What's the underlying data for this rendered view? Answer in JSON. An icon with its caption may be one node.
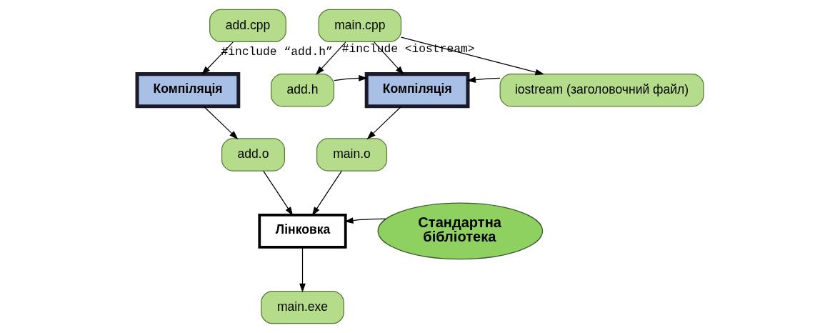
{
  "diagram": {
    "nodes": [
      {
        "text": [
          "add.cpp"
        ]
      },
      {
        "text": [
          "Компіляція"
        ]
      },
      {
        "text": [
          "main.cpp"
        ]
      },
      {
        "text": [
          "add.h"
        ]
      },
      {
        "text": [
          "Компіляція"
        ]
      },
      {
        "text": [
          "iostream (заголовочний файл)"
        ]
      },
      {
        "text": [
          "add.o"
        ]
      },
      {
        "text": [
          "main.o"
        ]
      },
      {
        "text": [
          "Лінковка"
        ]
      },
      {
        "text": [
          "Стандартна бібліотека"
        ]
      },
      {
        "text": [
          "main.exe"
        ]
      }
    ],
    "edges": [
      {
        "from": 0,
        "to": 1,
        "arrow": "to"
      },
      {
        "from": 1,
        "to": 6,
        "arrow": "to"
      },
      {
        "from": 2,
        "to": 3,
        "arrow": "to",
        "label": "#include “add.h”"
      },
      {
        "from": 2,
        "to": 4,
        "arrow": "to"
      },
      {
        "from": 2,
        "to": 5,
        "arrow": "to",
        "label": "#include <iostream>"
      },
      {
        "from": 3,
        "to": 4,
        "arrow": "to"
      },
      {
        "from": 5,
        "to": 4,
        "arrow": "to"
      },
      {
        "from": 4,
        "to": 7,
        "arrow": "to"
      },
      {
        "from": 6,
        "to": 8,
        "arrow": "to"
      },
      {
        "from": 7,
        "to": 8,
        "arrow": "to"
      },
      {
        "from": 9,
        "to": 8,
        "arrow": "to"
      },
      {
        "from": 8,
        "to": 10,
        "arrow": "to"
      }
    ]
  }
}
